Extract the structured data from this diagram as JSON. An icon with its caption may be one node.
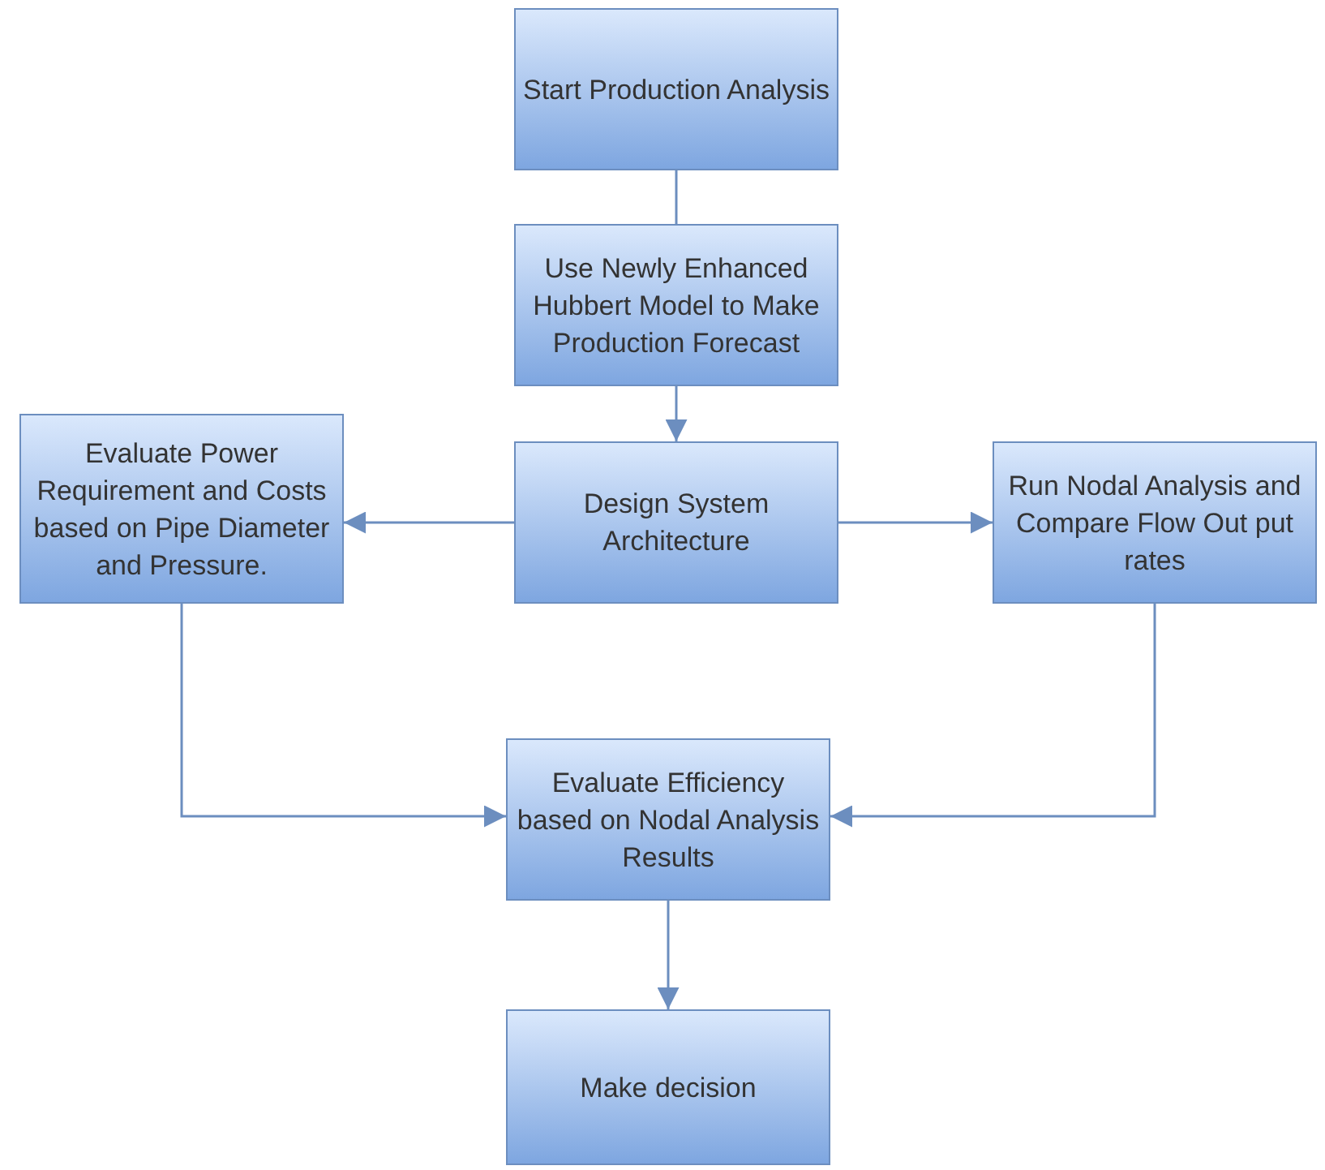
{
  "diagram": {
    "nodes": [
      {
        "text": [
          "Start  Production Analysis"
        ]
      },
      {
        "text": [
          "Use Newly Enhanced Hubbert Model to Make Production Forecast"
        ]
      },
      {
        "text": [
          "Design System Architecture"
        ]
      },
      {
        "text": [
          "Evaluate Power Requirement  and Costs based on Pipe Diameter and Pressure."
        ]
      },
      {
        "text": [
          "Run Nodal Analysis and Compare Flow Out put rates"
        ]
      },
      {
        "text": [
          "Evaluate Efficiency based on Nodal Analysis Results"
        ]
      },
      {
        "text": [
          "Make decision"
        ]
      }
    ],
    "edges": [
      {
        "from": 0,
        "to": 1,
        "arrow": "none"
      },
      {
        "from": 1,
        "to": 2,
        "arrow": "to"
      },
      {
        "from": 2,
        "to": 3,
        "arrow": "to"
      },
      {
        "from": 2,
        "to": 4,
        "arrow": "to"
      },
      {
        "from": 3,
        "to": 5,
        "arrow": "to"
      },
      {
        "from": 4,
        "to": 5,
        "arrow": "to"
      },
      {
        "from": 5,
        "to": 6,
        "arrow": "to"
      }
    ]
  }
}
